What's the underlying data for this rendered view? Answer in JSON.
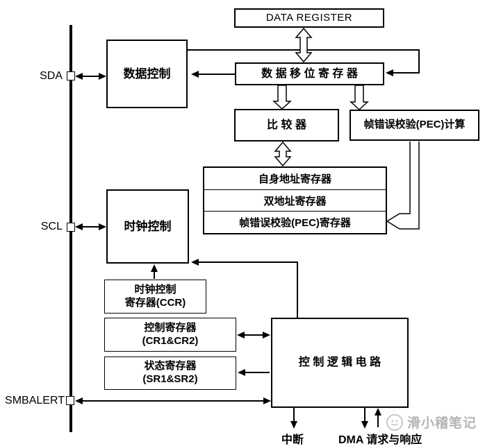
{
  "diagram": {
    "pins": {
      "sda": {
        "label": "SDA"
      },
      "scl": {
        "label": "SCL"
      },
      "smbalert": {
        "label": "SMBALERT"
      }
    },
    "blocks": {
      "data_register": {
        "label": "DATA REGISTER"
      },
      "data_control": {
        "label": "数据控制"
      },
      "shift_register": {
        "label": "数 据 移 位 寄 存 器"
      },
      "comparator": {
        "label": "比 较 器"
      },
      "pec_calc": {
        "label": "帧错误校验(PEC)计算"
      },
      "own_address": {
        "label": "自身地址寄存器"
      },
      "dual_address": {
        "label": "双地址寄存器"
      },
      "pec_register": {
        "label": "帧错误校验(PEC)寄存器"
      },
      "clock_control": {
        "label": "时钟控制"
      },
      "ccr": {
        "line1": "时钟控制",
        "line2": "寄存器(CCR)"
      },
      "cr": {
        "line1": "控制寄存器",
        "line2": "(CR1&CR2)"
      },
      "sr": {
        "line1": "状态寄存器",
        "line2": "(SR1&SR2)"
      },
      "control_logic": {
        "label": "控 制 逻 辑 电 路"
      }
    },
    "outputs": {
      "interrupt": {
        "label": "中断"
      },
      "dma": {
        "label": "DMA 请求与响应"
      }
    },
    "watermark": {
      "text": "滑小稽笔记",
      "color": "#b5b5b5"
    },
    "colors": {
      "line": "#000000",
      "background": "#ffffff"
    }
  }
}
